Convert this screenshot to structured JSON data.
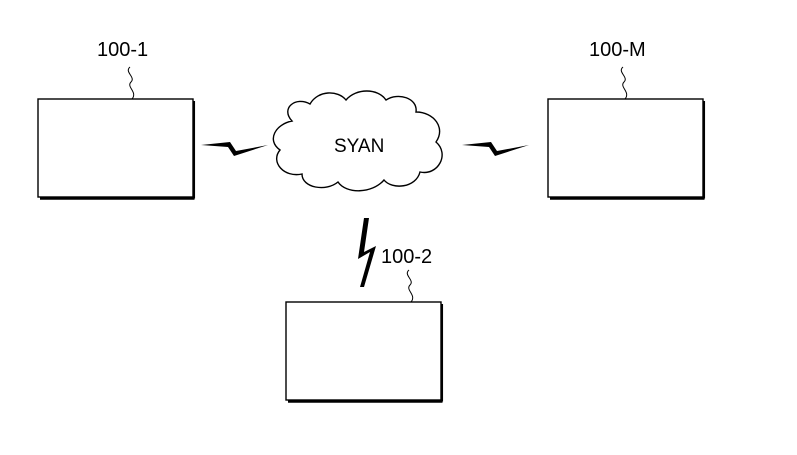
{
  "diagram": {
    "network": {
      "label": "SYAN"
    },
    "devices": [
      {
        "label": "100-1"
      },
      {
        "label": "100-M"
      },
      {
        "label": "100-2"
      }
    ]
  }
}
